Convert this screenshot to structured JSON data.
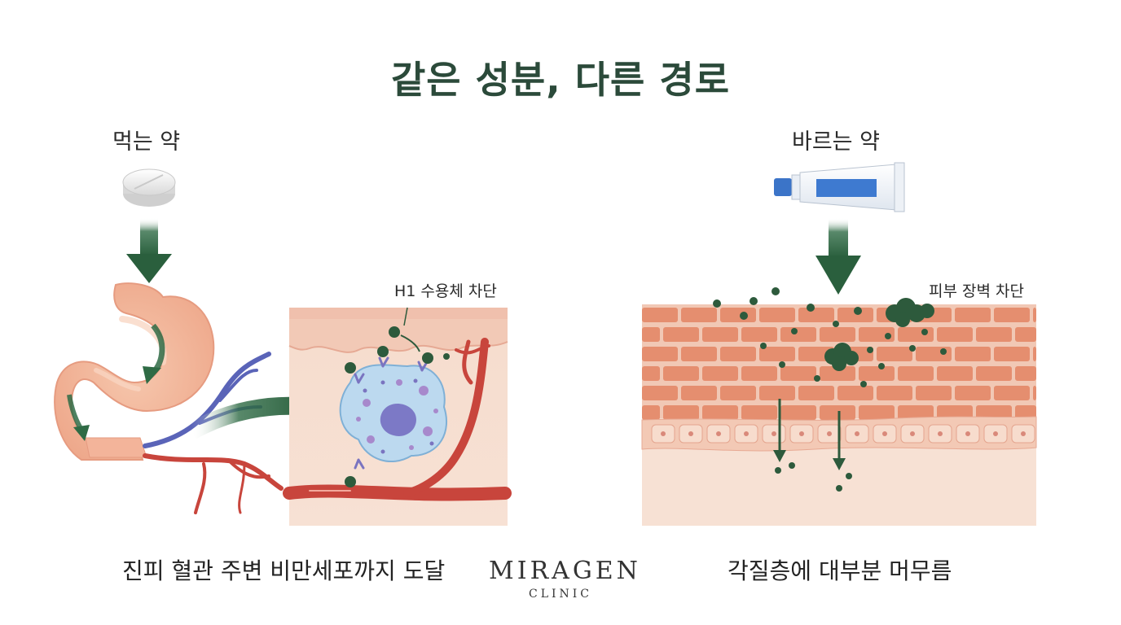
{
  "title": "같은 성분, 다른 경로",
  "left": {
    "heading": "먹는 약",
    "annotation": "H1 수용체 차단",
    "caption": "진피 혈관 주변 비만세포까지 도달"
  },
  "right": {
    "heading": "바르는 약",
    "annotation": "피부 장벽 차단",
    "caption": "각질층에 대부분 머무름"
  },
  "brand": {
    "name": "MIRAGEN",
    "sub": "CLINIC"
  },
  "colors": {
    "arrow_green": "#2f6b45",
    "title_green": "#2b4a3a",
    "skin": "#f5d3c3",
    "brick": "#e58e6f",
    "mast_cell": "#bcd9ef",
    "artery": "#c8453c",
    "vein": "#5a64b8",
    "dot_green": "#2d5a3c"
  }
}
